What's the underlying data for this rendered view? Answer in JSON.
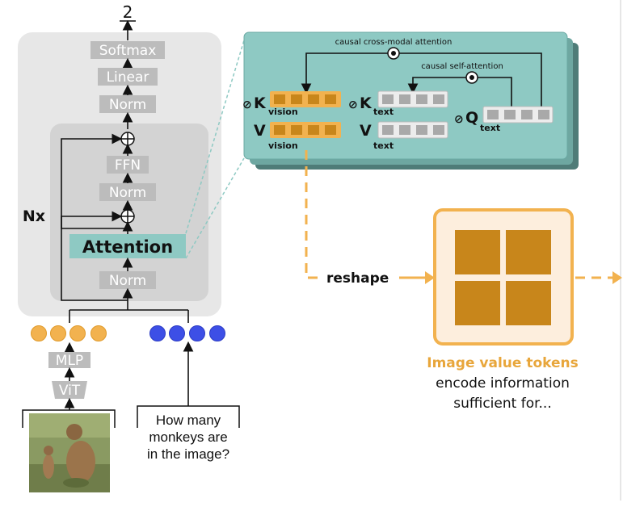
{
  "top_label": "2",
  "stack": {
    "softmax": "Softmax",
    "linear": "Linear",
    "norm_top": "Norm",
    "ffn": "FFN",
    "norm_mid": "Norm",
    "attention": "Attention",
    "norm_bottom": "Norm",
    "repeat": "Nx"
  },
  "vision_encoder": {
    "mlp": "MLP",
    "vit": "ViT"
  },
  "question": "How many monkeys are in the image?",
  "question_lines": [
    "How many",
    "monkeys are",
    "in the image?"
  ],
  "attention_detail": {
    "cross_label": "causal cross-modal attention",
    "self_label": "causal self-attention",
    "k_vision": {
      "main": "K",
      "sub": "vision"
    },
    "v_vision": {
      "main": "V",
      "sub": "vision"
    },
    "k_text": {
      "main": "K",
      "sub": "text"
    },
    "v_text": {
      "main": "V",
      "sub": "text"
    },
    "q_text": {
      "main": "Q",
      "sub": "text"
    }
  },
  "reshape_label": "reshape",
  "caption": {
    "title": "Image value tokens",
    "line1": "encode information",
    "line2": "sufficient for..."
  },
  "colors": {
    "teal": "#8ec9c3",
    "orange": "#f2b24f",
    "dark_orange": "#c8861b",
    "blue": "#3d4fe6",
    "gray_block": "#bcbcbc"
  }
}
